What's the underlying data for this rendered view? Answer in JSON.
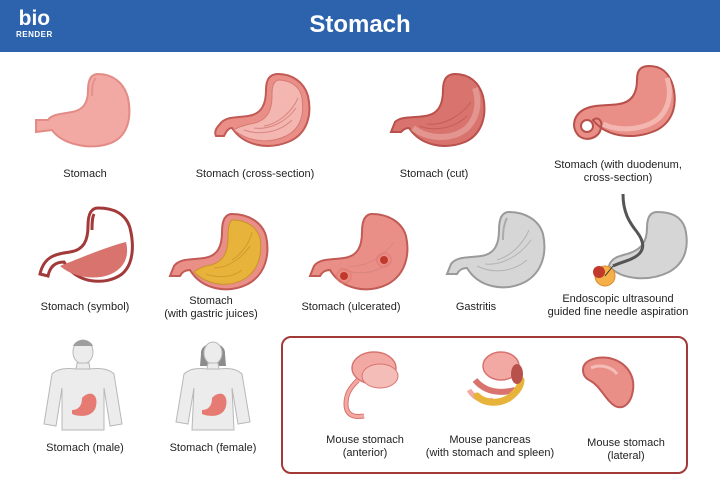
{
  "header": {
    "logo_main": "bio",
    "logo_sub": "RENDER",
    "title": "Stomach",
    "bg_color": "#2d63ad"
  },
  "items": [
    {
      "label": [
        "Stomach"
      ],
      "icon": "stomach-icon"
    },
    {
      "label": [
        "Stomach (cross-section)"
      ],
      "icon": "stomach-cross-section-icon"
    },
    {
      "label": [
        "Stomach (cut)"
      ],
      "icon": "stomach-cut-icon"
    },
    {
      "label": [
        "Stomach (with duodenum,",
        "cross-section)"
      ],
      "icon": "stomach-duodenum-icon"
    },
    {
      "label": [
        "Stomach (symbol)"
      ],
      "icon": "stomach-symbol-icon"
    },
    {
      "label": [
        "Stomach",
        "(with gastric juices)"
      ],
      "icon": "stomach-gastric-juices-icon"
    },
    {
      "label": [
        "Stomach (ulcerated)"
      ],
      "icon": "stomach-ulcerated-icon"
    },
    {
      "label": [
        "Gastritis"
      ],
      "icon": "gastritis-icon"
    },
    {
      "label": [
        "Endoscopic ultrasound",
        "guided fine needle aspiration"
      ],
      "icon": "endoscope-icon"
    },
    {
      "label": [
        "Stomach (male)"
      ],
      "icon": "male-figure-icon"
    },
    {
      "label": [
        "Stomach (female)"
      ],
      "icon": "female-figure-icon"
    },
    {
      "label": [
        "Mouse stomach",
        "(anterior)"
      ],
      "icon": "mouse-stomach-anterior-icon"
    },
    {
      "label": [
        "Mouse pancreas",
        "(with stomach and spleen)"
      ],
      "icon": "mouse-pancreas-icon"
    },
    {
      "label": [
        "Mouse stomach",
        "(lateral)"
      ],
      "icon": "mouse-stomach-lateral-icon"
    }
  ],
  "colors": {
    "stomach_fill": "#f2a9a4",
    "stomach_dark": "#d9736e",
    "stomach_stroke": "#c25a55",
    "gastric_juice": "#e7b33b",
    "box_border": "#a33a3a"
  }
}
